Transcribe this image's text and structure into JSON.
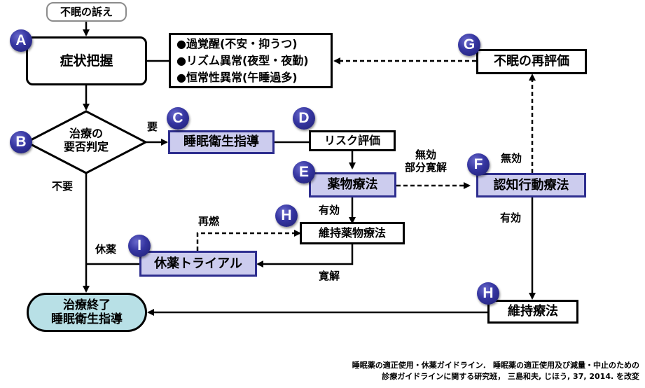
{
  "nodes": {
    "complaint": "不眠の訴え",
    "symptom": "症状把握",
    "decision_line1": "治療の",
    "decision_line2": "要否判定",
    "hygiene": "睡眠衛生指導",
    "risk": "リスク評価",
    "drug": "薬物療法",
    "cbt": "認知行動療法",
    "reeval": "不眠の再評価",
    "maint_drug": "維持薬物療法",
    "trial": "休薬トライアル",
    "maint": "維持療法",
    "end_line1": "治療終了",
    "end_line2": "睡眠衛生指導"
  },
  "symptom_list": [
    "●過覚醒(不安・抑うつ)",
    "●リズム異常(夜型・夜勤)",
    "●恒常性異常(午睡過多)"
  ],
  "badges": {
    "a": "A",
    "b": "B",
    "c": "C",
    "d": "D",
    "e": "E",
    "f": "F",
    "g": "G",
    "h1": "H",
    "h2": "H",
    "i": "I"
  },
  "edge_labels": {
    "needed": "要",
    "not_needed": "不要",
    "ineffective_partial_line1": "無効",
    "ineffective_partial_line2": "部分寛解",
    "ineffective": "無効",
    "effective_drug": "有効",
    "effective_cbt": "有効",
    "relapse": "再燃",
    "remission": "寛解",
    "withdrawal": "休薬"
  },
  "credit": {
    "line1": "睡眠薬の適正使用・休薬ガイドライン． 睡眠薬の適正使用及び減量・中止のための",
    "line2": "診療ガイドラインに関する研究班， 三島和夫, じほう, 37, 2014. を改変"
  },
  "colors": {
    "process_fill": "#ccccee",
    "process_border": "#2e2e8f",
    "terminal_fill": "#b8e0e6",
    "badge": "#3535a0"
  }
}
